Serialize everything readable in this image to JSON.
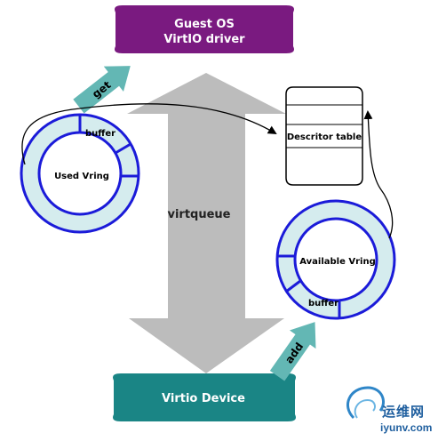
{
  "guest": {
    "line1": "Guest OS",
    "line2": "VirtIO driver"
  },
  "device": {
    "label": "Virtio Device"
  },
  "center": {
    "label": "virtqueue"
  },
  "used_ring": {
    "label": "Used Vring",
    "buffer_label": "buffer"
  },
  "available_ring": {
    "label": "Available Vring",
    "buffer_label": "buffer"
  },
  "descriptor": {
    "label": "Descritor table"
  },
  "arrows": {
    "get_label": "get",
    "add_label": "add"
  },
  "watermark": {
    "chinese": "运维网",
    "url": "iyunv.com"
  },
  "colors": {
    "guest_box": "#7a1a80",
    "device_box": "#1a8585",
    "big_arrow": "#bcbcbc",
    "ring_fill": "#d5ecee",
    "ring_stroke": "#1b1bd9",
    "small_arrow": "#63b7b4",
    "outline": "#000000"
  }
}
